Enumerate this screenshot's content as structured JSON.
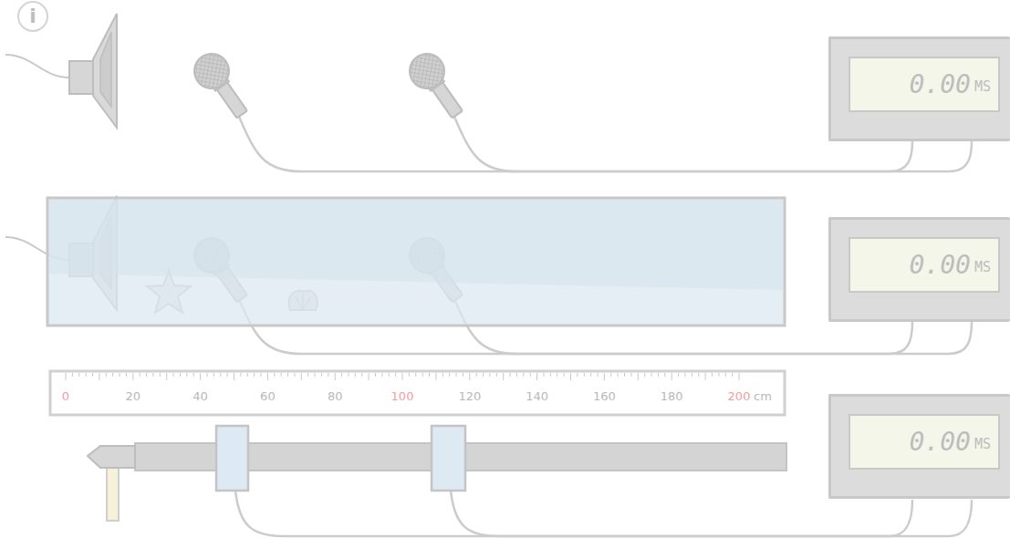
{
  "diagram": {
    "nodes": [
      {
        "text": [
          "i"
        ]
      },
      {
        "text": [
          "0.00",
          "MS"
        ]
      },
      {
        "text": [
          "0.00",
          "MS"
        ]
      },
      {
        "text": [
          "0.00",
          "MS"
        ]
      }
    ],
    "labels": [
      "0",
      "20",
      "40",
      "60",
      "80",
      "100",
      "120",
      "140",
      "160",
      "180",
      "200",
      "cm"
    ]
  }
}
